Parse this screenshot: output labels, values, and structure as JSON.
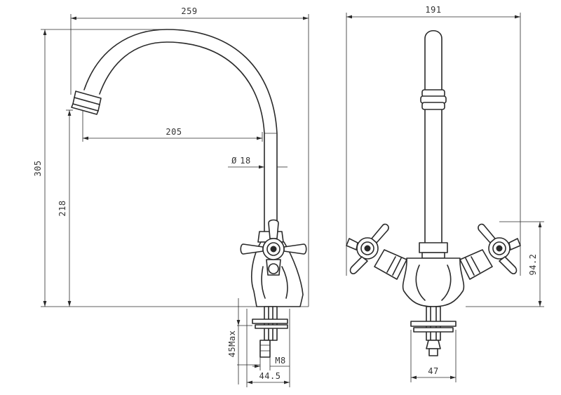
{
  "dimensions": {
    "overall_width": "259",
    "spout_reach": "205",
    "pipe_diameter": "18",
    "diameter_symbol": "Ø",
    "overall_height": "305",
    "spout_height": "218",
    "mounting_max": "45Max",
    "thread": "M8",
    "base_width_side": "44.5",
    "front_width": "191",
    "handle_height": "94.2",
    "base_width_front": "47"
  }
}
